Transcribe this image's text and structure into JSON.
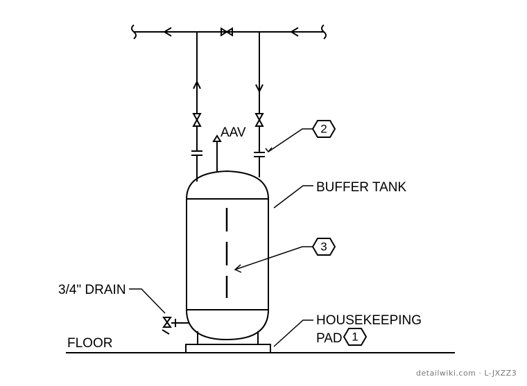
{
  "labels": {
    "aav": "AAV",
    "buffer_tank": "BUFFER TANK",
    "drain": "3/4\" DRAIN",
    "housekeeping_line1": "HOUSEKEEPING",
    "housekeeping_line2": "PAD",
    "floor": "FLOOR"
  },
  "tags": {
    "tag1": "1",
    "tag2": "2",
    "tag3": "3"
  },
  "watermark": "detailwiki.com · L-JXZZ3"
}
